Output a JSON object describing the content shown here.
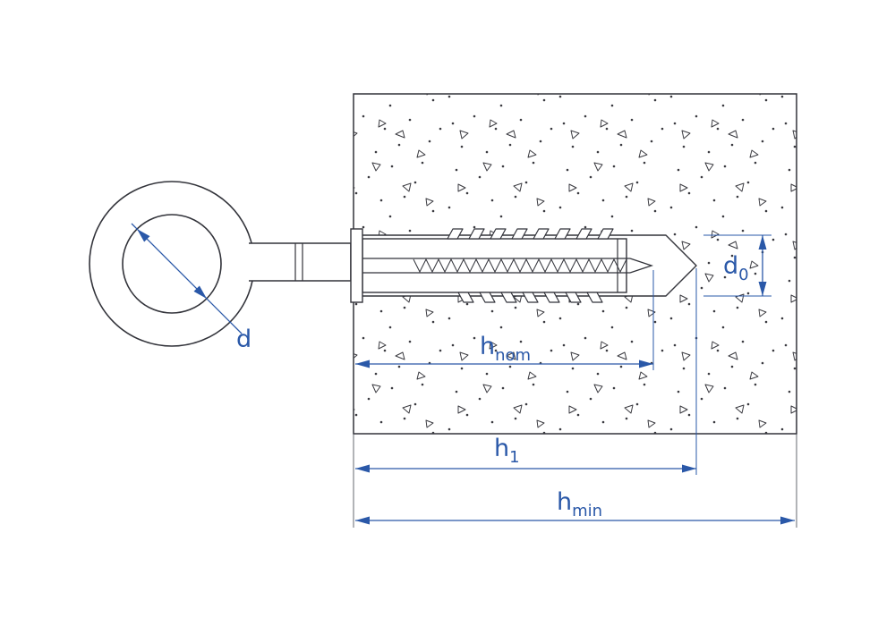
{
  "diagram": {
    "type": "technical-drawing",
    "subject": "eye-hook screw with expansion wall plug anchored in drilled hole in concrete",
    "colors": {
      "line": "#32333a",
      "dimension": "#2a58a8",
      "background": "#ffffff",
      "concrete_speckle": "#3a3a40"
    },
    "dimensions": {
      "d": {
        "main": "d",
        "sub": ""
      },
      "d0": {
        "main": "d",
        "sub": "0"
      },
      "h_nom": {
        "main": "h",
        "sub": "nom"
      },
      "h_1": {
        "main": "h",
        "sub": "1"
      },
      "h_min": {
        "main": "h",
        "sub": "min"
      }
    }
  }
}
